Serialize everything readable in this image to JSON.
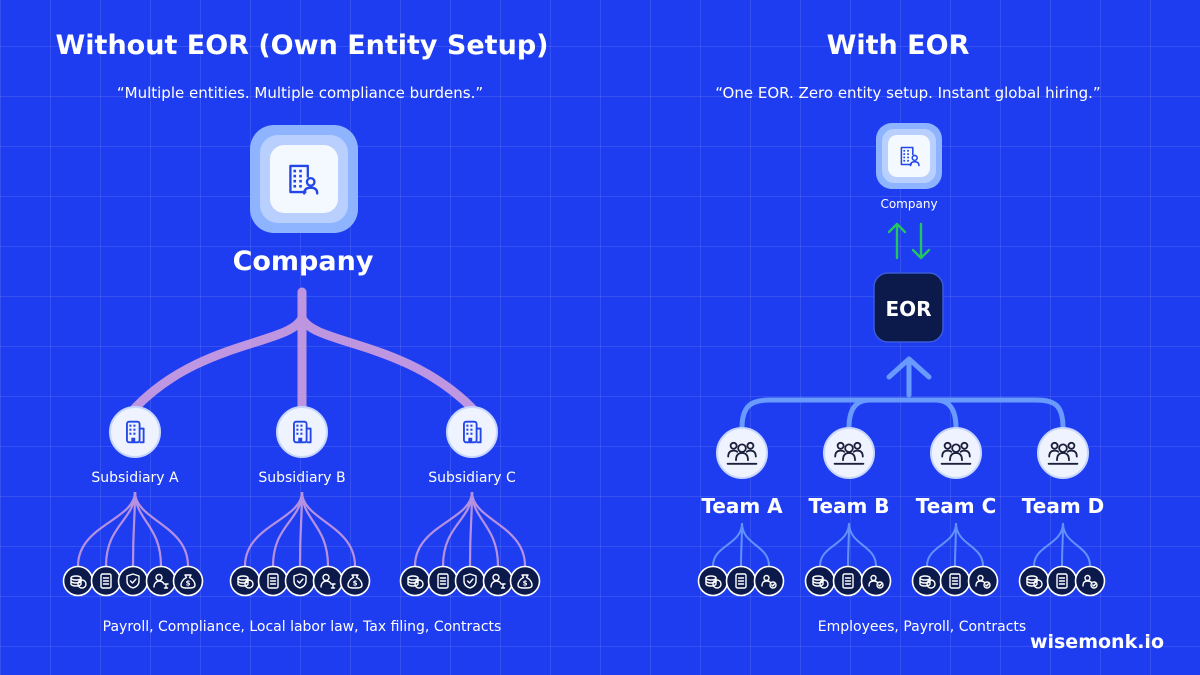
{
  "left": {
    "title": "Without EOR (Own Entity Setup)",
    "quote": "“Multiple entities. Multiple compliance burdens.”",
    "company_label": "Company",
    "subsidiaries": [
      "Subsidiary A",
      "Subsidiary B",
      "Subsidiary C"
    ],
    "caption": "Payroll, Compliance, Local labor law, Tax filing, Contracts",
    "leaf_icons": [
      "coins-icon",
      "document-icon",
      "shield-icon",
      "person-law-icon",
      "money-bag-icon"
    ]
  },
  "right": {
    "title": "With EOR",
    "quote": "“One EOR. Zero entity setup. Instant global hiring.”",
    "company_label": "Company",
    "eor_label": "EOR",
    "teams": [
      "Team A",
      "Team B",
      "Team C",
      "Team D"
    ],
    "caption": "Employees, Payroll, Contracts",
    "leaf_icons": [
      "coins-icon",
      "document-icon",
      "employees-icon"
    ]
  },
  "brand": "wisemonk.io",
  "colors": {
    "background": "#1f3df0",
    "branch_left": "#c79be0",
    "branch_right": "#6ea0ff",
    "arrows": "#22c55e",
    "eor_box": "#0b1a4a",
    "leaf_circle": "#0b1a4a"
  }
}
